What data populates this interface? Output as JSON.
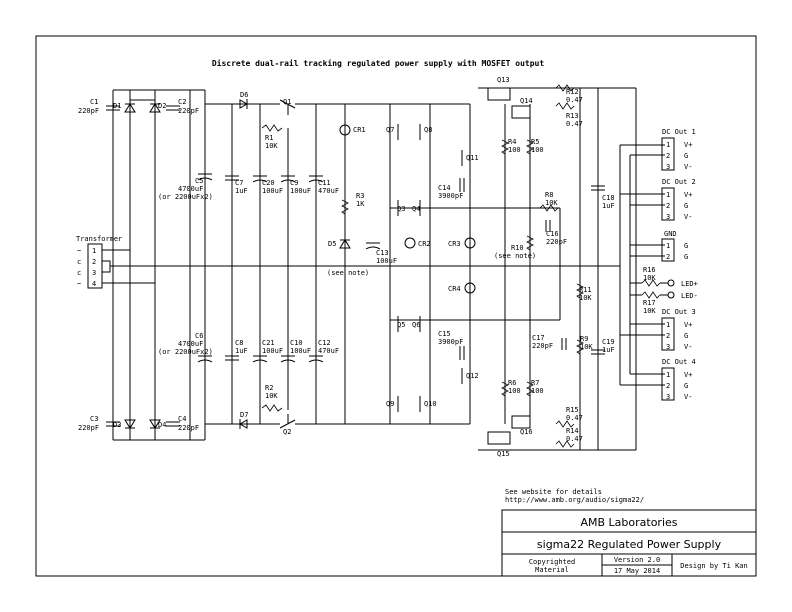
{
  "title": "Discrete dual-rail tracking regulated power supply with MOSFET output",
  "transformer": {
    "label": "Transformer",
    "pins": [
      "1",
      "2",
      "3",
      "4"
    ],
    "pin_marks": [
      "~",
      "c",
      "c",
      "~"
    ]
  },
  "components": {
    "C1": [
      "C1",
      "220pF"
    ],
    "C2": [
      "C2",
      "220pF"
    ],
    "C3": [
      "C3",
      "220pF"
    ],
    "C4": [
      "C4",
      "220pF"
    ],
    "D1": "D1",
    "D2": "D2",
    "D3": "D3",
    "D4": "D4",
    "C5": [
      "C5",
      "4700uF",
      "(or 2200uFx2)"
    ],
    "C6": [
      "C6",
      "4700uF",
      "(or 2200uFx2)"
    ],
    "C7": [
      "C7",
      "1uF"
    ],
    "C8": [
      "C8",
      "1uF"
    ],
    "C20": [
      "C20",
      "100uF"
    ],
    "C9": [
      "C9",
      "100uF"
    ],
    "C11": [
      "C11",
      "470uF"
    ],
    "C21": [
      "C21",
      "100uF"
    ],
    "C10": [
      "C10",
      "100uF"
    ],
    "C12": [
      "C12",
      "470uF"
    ],
    "D6": "D6",
    "D7": "D7",
    "Q1": "Q1",
    "Q2": "Q2",
    "R1": [
      "R1",
      "10K"
    ],
    "R2": [
      "R2",
      "10K"
    ],
    "CR1": "CR1",
    "CR2": "CR2",
    "CR3": "CR3",
    "CR4": "CR4",
    "R3": [
      "R3",
      "1K"
    ],
    "D5": "D5",
    "see_note_1": "(see note)",
    "C13": [
      "C13",
      "100uF"
    ],
    "Q3": "Q3",
    "Q4": "Q4",
    "Q5": "Q5",
    "Q6": "Q6",
    "Q7": "Q7",
    "Q8": "Q8",
    "Q9": "Q9",
    "Q10": "Q10",
    "Q11": "Q11",
    "Q12": "Q12",
    "Q13": "Q13",
    "Q14": "Q14",
    "Q15": "Q15",
    "Q16": "Q16",
    "C14": [
      "C14",
      "3900pF"
    ],
    "C15": [
      "C15",
      "3900pF"
    ],
    "R4": [
      "R4",
      "100"
    ],
    "R5": [
      "R5",
      "100"
    ],
    "R6": [
      "R6",
      "100"
    ],
    "R7": [
      "R7",
      "100"
    ],
    "R8": [
      "R8",
      "10K"
    ],
    "C16": [
      "C16",
      "220pF"
    ],
    "R10": [
      "R10",
      "(see note)"
    ],
    "C17": [
      "C17",
      "220pF"
    ],
    "R9": [
      "R9",
      "10K"
    ],
    "R11": [
      "R11",
      "10K"
    ],
    "R12": [
      "R12",
      "0.47"
    ],
    "R13": [
      "R13",
      "0.47"
    ],
    "R14": [
      "R14",
      "0.47"
    ],
    "R15": [
      "R15",
      "0.47"
    ],
    "C18": [
      "C18",
      "1uF"
    ],
    "C19": [
      "C19",
      "1uF"
    ],
    "R16": [
      "R16",
      "10K"
    ],
    "R17": [
      "R17",
      "10K"
    ]
  },
  "outputs": [
    {
      "title": "DC Out 1",
      "pins": [
        [
          "1",
          "V+"
        ],
        [
          "2",
          "G"
        ],
        [
          "3",
          "V-"
        ]
      ]
    },
    {
      "title": "DC Out 2",
      "pins": [
        [
          "1",
          "V+"
        ],
        [
          "2",
          "G"
        ],
        [
          "3",
          "V-"
        ]
      ]
    },
    {
      "title": "GND",
      "pins": [
        [
          "1",
          "G"
        ],
        [
          "2",
          "G"
        ]
      ]
    },
    {
      "title": "DC Out 3",
      "pins": [
        [
          "1",
          "V+"
        ],
        [
          "2",
          "G"
        ],
        [
          "3",
          "V-"
        ]
      ]
    },
    {
      "title": "DC Out 4",
      "pins": [
        [
          "1",
          "V+"
        ],
        [
          "2",
          "G"
        ],
        [
          "3",
          "V-"
        ]
      ]
    }
  ],
  "leds": [
    "LED+",
    "LED-"
  ],
  "website": {
    "line1": "See website for details",
    "line2": "http://www.amb.org/audio/sigma22/"
  },
  "title_block": {
    "company": "AMB Laboratories",
    "project": "sigma22 Regulated Power Supply",
    "copyright": [
      "Copyrighted",
      "Material"
    ],
    "version": "Version 2.0",
    "date": "17 May 2014",
    "designer": "Design by Ti Kan"
  }
}
